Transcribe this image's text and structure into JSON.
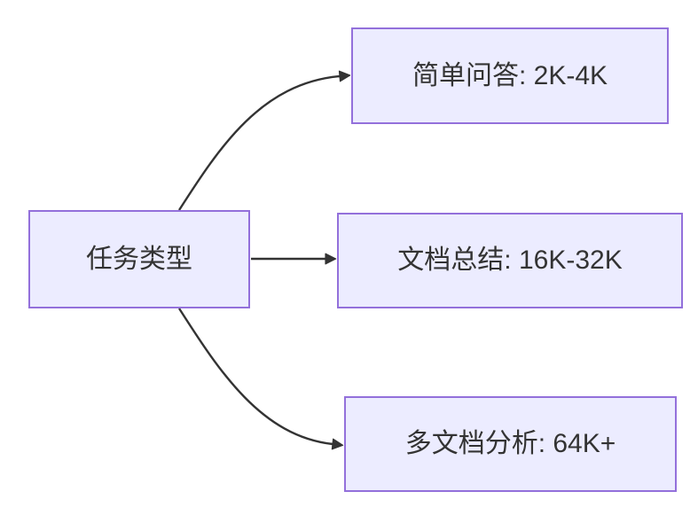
{
  "diagram": {
    "type": "flowchart",
    "direction": "left-to-right",
    "colors": {
      "background": "#FFFFFF",
      "node_fill": "#ECECFF",
      "node_border": "#9370DB",
      "edge": "#333333",
      "text": "#333333"
    },
    "root": {
      "label": "任务类型"
    },
    "branches": [
      {
        "label": "简单问答: 2K-4K"
      },
      {
        "label": "文档总结: 16K-32K"
      },
      {
        "label": "多文档分析: 64K+"
      }
    ],
    "edges": [
      {
        "from": "任务类型",
        "to": "简单问答: 2K-4K"
      },
      {
        "from": "任务类型",
        "to": "文档总结: 16K-32K"
      },
      {
        "from": "任务类型",
        "to": "多文档分析: 64K+"
      }
    ]
  }
}
